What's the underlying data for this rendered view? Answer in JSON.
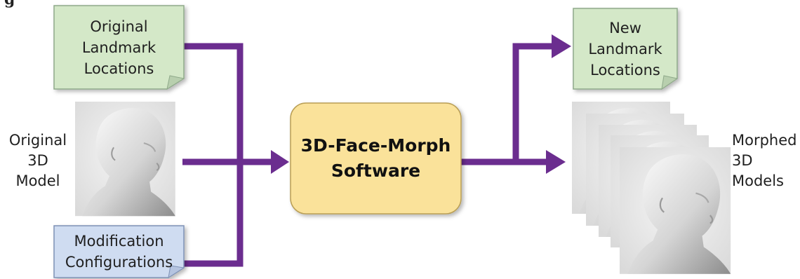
{
  "fragment_top": "g",
  "inputs": {
    "landmarks": [
      "Original",
      "Landmark",
      "Locations"
    ],
    "model": [
      "Original",
      "3D",
      "Model"
    ],
    "configs": [
      "Modification",
      "Configurations"
    ]
  },
  "process": [
    "3D-Face-Morph",
    "Software"
  ],
  "outputs": {
    "landmarks": [
      "New",
      "Landmark",
      "Locations"
    ],
    "models": [
      "Morphed",
      "3D",
      "Models"
    ]
  },
  "colors": {
    "arrow": "#6b2d8f",
    "green_box": "#d4e8c8",
    "green_border": "#8fa98a",
    "blue_box": "#cfdcf1",
    "blue_border": "#7f92b6",
    "process_box": "#fae29a",
    "process_border": "#b99e54"
  },
  "icons": [
    "head-model-icon",
    "arrow-icon"
  ]
}
